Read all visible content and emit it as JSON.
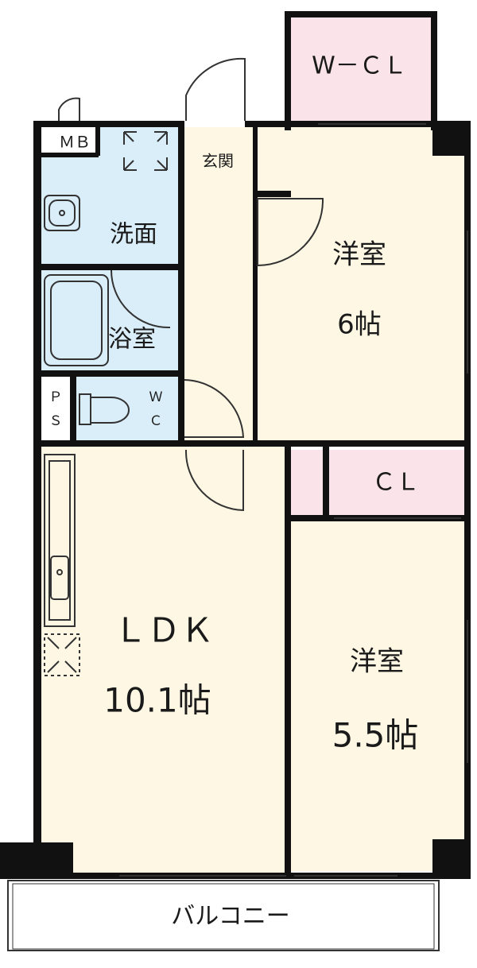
{
  "floor_plan": {
    "colors": {
      "wall": "#111111",
      "room": "#fdf7e3",
      "wet": "#d9eef8",
      "closet": "#fbe3ea",
      "balcony": "#ffffff",
      "line": "#333333"
    },
    "rooms": {
      "wcl": {
        "name": "W－ＣＬ"
      },
      "mb": {
        "name": "ＭＢ"
      },
      "genkan": {
        "name": "玄関"
      },
      "senmen": {
        "name": "洗面"
      },
      "yokushitsu": {
        "name": "浴室"
      },
      "ps": {
        "name": "Ｐ\nＳ",
        "top": "Ｐ",
        "bottom": "Ｓ"
      },
      "wc": {
        "top": "Ｗ",
        "bottom": "Ｃ"
      },
      "western1": {
        "name": "洋室",
        "size": "6帖"
      },
      "cl": {
        "name": "ＣＬ"
      },
      "ldk": {
        "name": "ＬＤＫ",
        "size": "10.1帖"
      },
      "western2": {
        "name": "洋室",
        "size": "5.5帖"
      },
      "balcony": {
        "name": "バルコニー"
      }
    },
    "icons": [
      "washer-icon",
      "basin-icon",
      "bathtub-icon",
      "toilet-icon",
      "kitchen-sink-icon",
      "vent-icon"
    ]
  }
}
